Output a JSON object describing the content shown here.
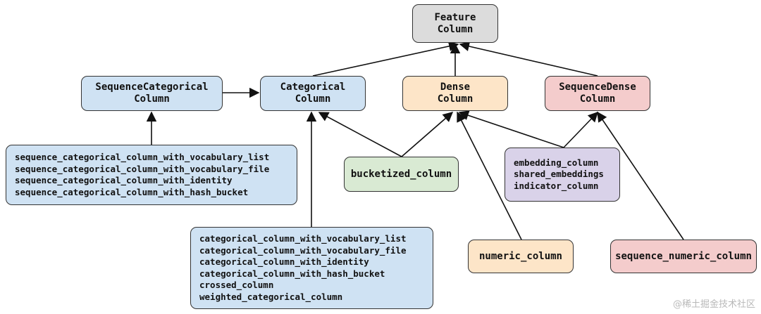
{
  "nodes": {
    "feature_column": [
      "Feature",
      "Column"
    ],
    "sequence_categorical_column": [
      "SequenceCategorical",
      "Column"
    ],
    "categorical_column": [
      "Categorical",
      "Column"
    ],
    "dense_column": [
      "Dense",
      "Column"
    ],
    "sequence_dense_column": [
      "SequenceDense",
      "Column"
    ],
    "sequence_categorical_functions": [
      "sequence_categorical_column_with_vocabulary_list",
      "sequence_categorical_column_with_vocabulary_file",
      "sequence_categorical_column_with_identity",
      "sequence_categorical_column_with_hash_bucket"
    ],
    "bucketized_column": [
      "bucketized_column"
    ],
    "embedding_functions": [
      "embedding_column",
      "shared_embeddings",
      "indicator_column"
    ],
    "categorical_functions": [
      "categorical_column_with_vocabulary_list",
      "categorical_column_with_vocabulary_file",
      "categorical_column_with_identity",
      "categorical_column_with_hash_bucket",
      "crossed_column",
      "weighted_categorical_column"
    ],
    "numeric_column": [
      "numeric_column"
    ],
    "sequence_numeric_column": [
      "sequence_numeric_column"
    ]
  },
  "colors": {
    "gray": "#dcdcdc",
    "blue": "#cfe2f3",
    "orange": "#fde5c8",
    "pink": "#f4cccc",
    "green": "#d9ead3",
    "purple": "#d9d2e9"
  },
  "edges": [
    {
      "from": "categorical_column",
      "to": "feature_column"
    },
    {
      "from": "dense_column",
      "to": "feature_column"
    },
    {
      "from": "sequence_dense_column",
      "to": "feature_column"
    },
    {
      "from": "sequence_categorical_column",
      "to": "categorical_column"
    },
    {
      "from": "sequence_categorical_functions",
      "to": "sequence_categorical_column"
    },
    {
      "from": "categorical_functions",
      "to": "categorical_column"
    },
    {
      "from": "bucketized_column",
      "to": "categorical_column"
    },
    {
      "from": "bucketized_column",
      "to": "dense_column"
    },
    {
      "from": "numeric_column",
      "to": "dense_column"
    },
    {
      "from": "embedding_functions",
      "to": "dense_column"
    },
    {
      "from": "embedding_functions",
      "to": "sequence_dense_column"
    },
    {
      "from": "sequence_numeric_column",
      "to": "sequence_dense_column"
    }
  ],
  "watermark": "@稀土掘金技术社区"
}
